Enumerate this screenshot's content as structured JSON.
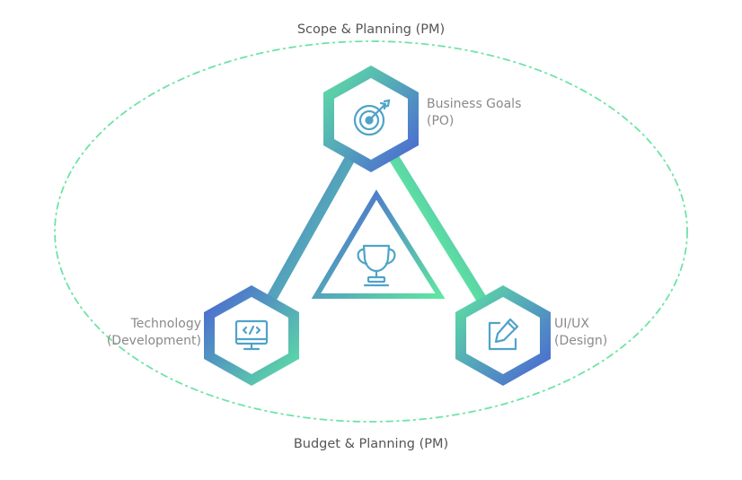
{
  "diagram": {
    "outer_top_label": "Scope & Planning (PM)",
    "outer_bottom_label": "Budget & Planning (PM)",
    "nodes": {
      "business": {
        "line1": "Business Goals",
        "line2": "(PO)",
        "icon": "target-icon"
      },
      "technology": {
        "line1": "Technology",
        "line2": "(Development)",
        "icon": "monitor-code-icon"
      },
      "uiux": {
        "line1": "UI/UX",
        "line2": "(Design)",
        "icon": "pencil-edit-icon"
      }
    },
    "center_icon": "trophy-icon",
    "colors": {
      "green": "#5ee6a0",
      "blue": "#4a5fd6",
      "ellipse": "#6fe3a6",
      "icon": "#4fa3c8",
      "label": "#8a8a8a"
    }
  }
}
